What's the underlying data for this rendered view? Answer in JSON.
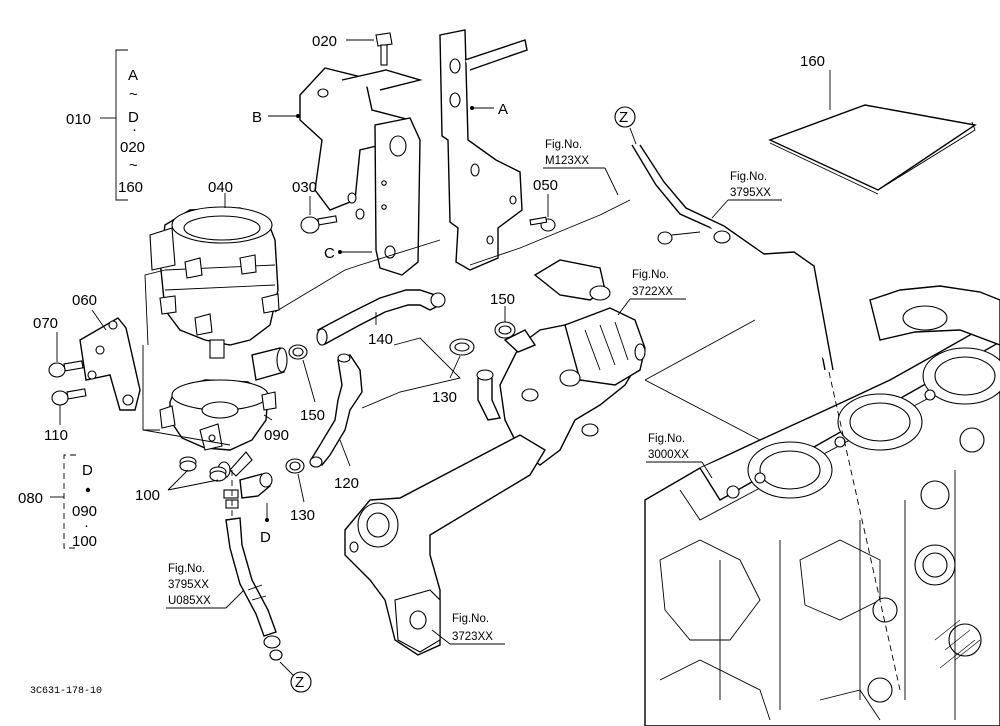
{
  "parts": {
    "p010": "010",
    "p020": "020",
    "p030": "030",
    "p040": "040",
    "p050": "050",
    "p060": "060",
    "p070": "070",
    "p080": "080",
    "p090": "090",
    "p100": "100",
    "p110": "110",
    "p120": "120",
    "p130": "130",
    "p140": "140",
    "p150": "150",
    "p160": "160"
  },
  "group010": {
    "a": "A",
    "tilde1": "~",
    "d": "D",
    "dot": "·",
    "r020": "020",
    "tilde2": "~",
    "r160": "160"
  },
  "group080": {
    "d": "D",
    "r090": "090",
    "dot": "·",
    "r100": "100"
  },
  "markers": {
    "a": "A",
    "b": "B",
    "c": "C",
    "d": "D",
    "z": "Z"
  },
  "figrefs": {
    "fig_no": "Fig.No.",
    "m123": "M123XX",
    "f3795": "3795XX",
    "f3722": "3722XX",
    "f3000": "3000XX",
    "f3723": "3723XX",
    "u085": "U085XX"
  },
  "drawing_code": "3C631-178-10"
}
